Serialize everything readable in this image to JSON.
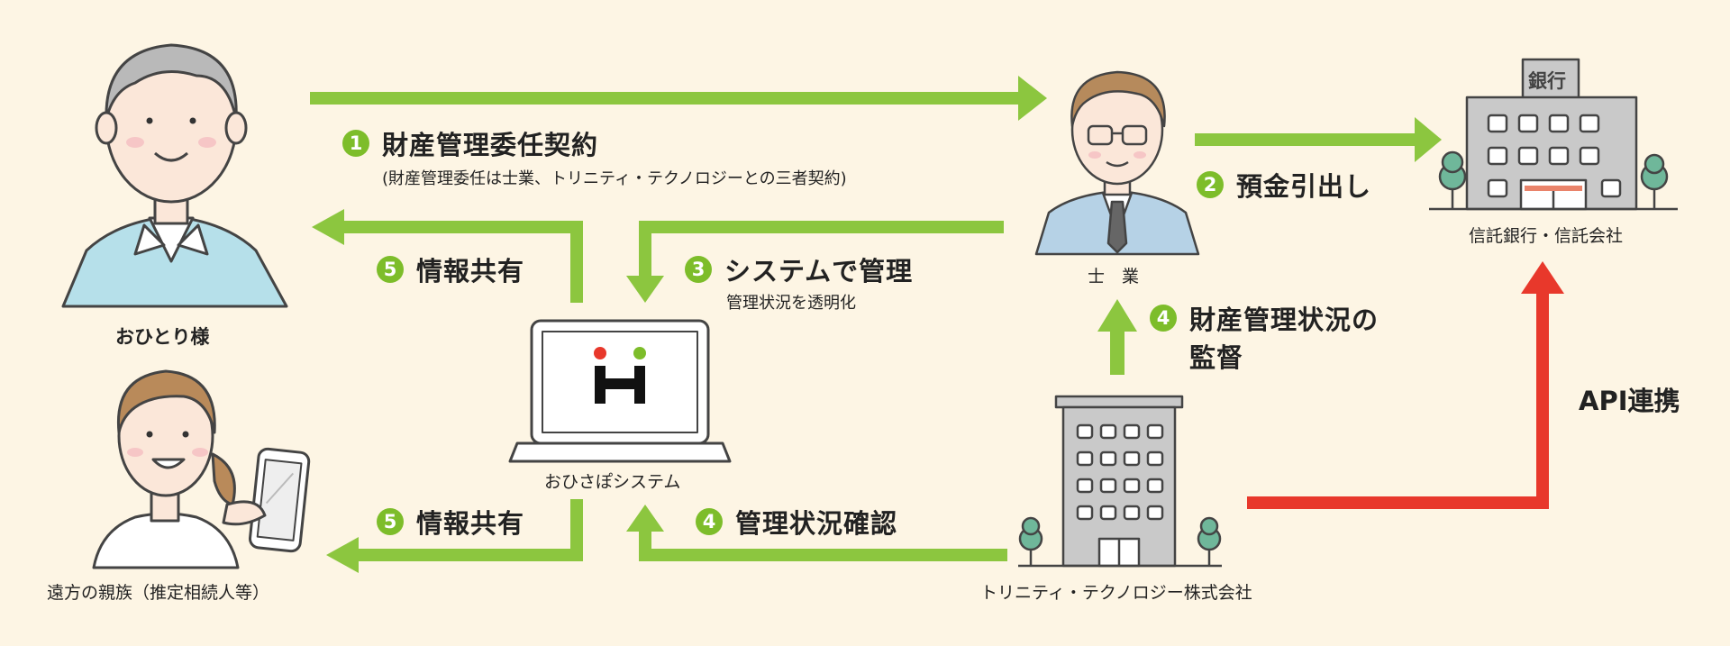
{
  "actors": {
    "person": "おひとり様",
    "professional": "士　業",
    "bank": "信託銀行・信託会社",
    "bank_sign": "銀行",
    "system": "おひさぽシステム",
    "relative": "遠方の親族（推定相続人等）",
    "company": "トリニティ・テクノロジー株式会社"
  },
  "steps": {
    "s1": {
      "num": "1",
      "title": "財産管理委任契約",
      "note": "(財産管理委任は士業、トリニティ・テクノロジーとの三者契約)"
    },
    "s2": {
      "num": "2",
      "title": "預金引出し"
    },
    "s3": {
      "num": "3",
      "title": "システムで管理",
      "note": "管理状況を透明化"
    },
    "s4a": {
      "num": "4",
      "title_line1": "財産管理状況の",
      "title_line2": "監督"
    },
    "s4b": {
      "num": "4",
      "title": "管理状況確認"
    },
    "s5a": {
      "num": "5",
      "title": "情報共有"
    },
    "s5b": {
      "num": "5",
      "title": "情報共有"
    }
  },
  "api_label": "API連携",
  "colors": {
    "green": "#8cc63f",
    "red": "#e8382b",
    "background": "#fdf5e4",
    "skin": "#fbe7d9",
    "hair_gray": "#b9b9b9",
    "shirt_blue": "#b6e0ea",
    "building_gray": "#c9c9c9"
  },
  "icons": [
    "elderly-person-icon",
    "professional-icon",
    "bank-building-icon",
    "laptop-icon",
    "relative-with-tablet-icon",
    "company-building-icon"
  ]
}
